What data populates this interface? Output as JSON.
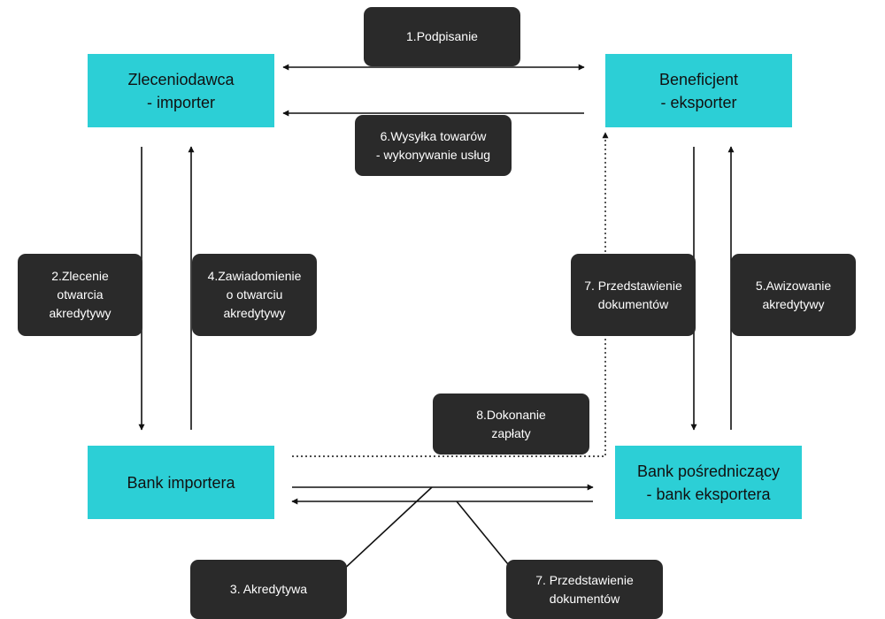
{
  "parties": {
    "importer": "Zleceniodawca\n - importer",
    "exporter": "Beneficjent\n - eksporter",
    "importer_bank": "Bank importera",
    "exporter_bank": "Bank pośredniczący\n - bank eksportera"
  },
  "steps": {
    "signing": "1.Podpisanie",
    "opening_order": "2.Zlecenie\notwarcia\nakredytywy",
    "letter_of_credit": "3. Akredytywa",
    "opening_notice": "4.Zawiadomienie\no otwarciu\nakredytywy",
    "advising": "5.Awizowanie\nakredytywy",
    "shipment": "6.Wysyłka towarów\n - wykonywanie usług",
    "documents_to_exporter_bank": "7. Przedstawienie\ndokumentów",
    "documents_to_importer_bank": "7. Przedstawienie\ndokumentów",
    "payment": "8.Dokonanie\nzapłaty"
  },
  "colors": {
    "party_fill": "#2ccfd6",
    "step_fill": "#2a2a2a",
    "line": "#111111"
  }
}
